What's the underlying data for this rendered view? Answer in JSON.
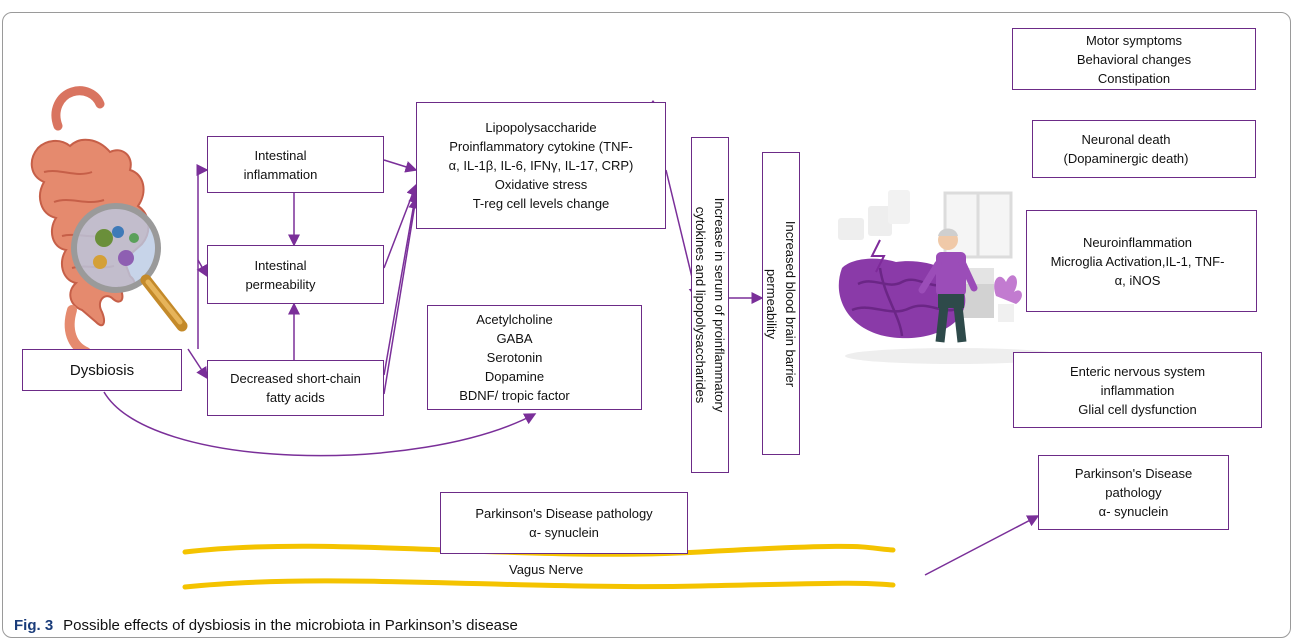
{
  "diagram": {
    "dysbiosis": "Dysbiosis",
    "intestinal_inflammation": [
      "Intestinal",
      "inflammation"
    ],
    "intestinal_permeability": [
      "Intestinal",
      "permeability"
    ],
    "decreased_scfa": [
      "Decreased short-chain",
      "fatty acids"
    ],
    "mediators": [
      "Lipopolysaccharide",
      "Proinflammatory cytokine (TNF-",
      "α, IL-1β, IL-6, IFNγ, IL-17, CRP)",
      "Oxidative stress",
      "T-reg cell levels change"
    ],
    "neurotransmitters": [
      "Acetylcholine",
      "GABA",
      "Serotonin",
      "Dopamine",
      "BDNF/ tropic factor"
    ],
    "serum_increase": [
      "Increase in serum of proinflammatory",
      "cytokines and lipopolysaccharides"
    ],
    "bbb": [
      "Increased blood brain barrier",
      "permeability"
    ],
    "symptoms": [
      "Motor symptoms",
      "Behavioral changes",
      "Constipation"
    ],
    "neuronal_death": [
      "Neuronal death",
      "(Dopaminergic death)"
    ],
    "neuroinflammation": [
      "Neuroinflammation",
      "Microglia Activation,IL-1, TNF-",
      "α, iNOS"
    ],
    "enteric": [
      "Enteric nervous system",
      "inflammation",
      "Glial cell dysfunction"
    ],
    "pd_brain": [
      "Parkinson's Disease",
      "pathology",
      "α- synuclein"
    ],
    "pd_gut": [
      "Parkinson's Disease pathology",
      "α- synuclein"
    ],
    "vagus": "Vagus Nerve"
  },
  "caption": {
    "label": "Fig. 3",
    "text": "Possible effects of dysbiosis in the microbiota in Parkinson’s disease"
  },
  "colors": {
    "box_border": "#6c2b87",
    "arrow": "#7a2f99",
    "up_arrow": "#7e2a9a",
    "vagus": "#f4c300",
    "caption_label": "#1a3c7a"
  },
  "icons": [
    "gut-magnifier-illustration",
    "brain-patient-illustration",
    "up-arrow-icon",
    "down-arrow-icon"
  ]
}
